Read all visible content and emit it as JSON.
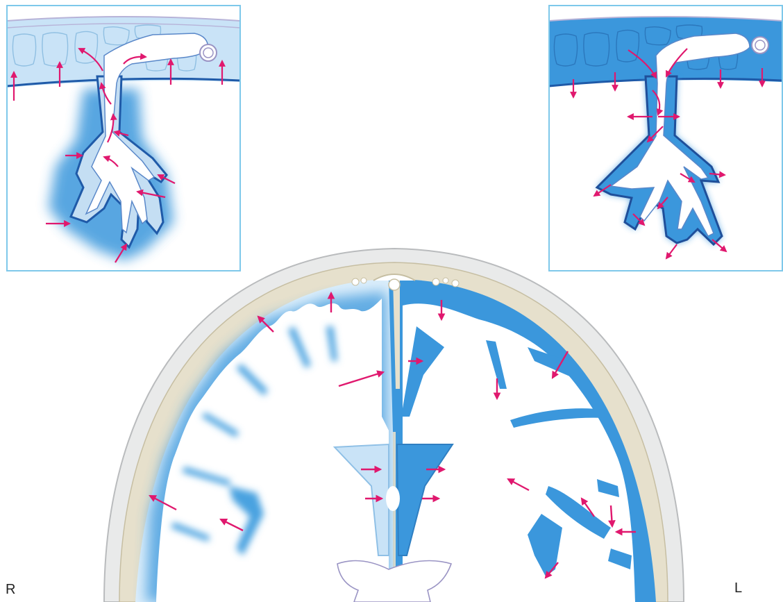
{
  "labels": {
    "right": "R",
    "left": "L"
  },
  "colors": {
    "csf": "#3b97dc",
    "csf_light": "#c9e3f7",
    "csf_mid": "#6fb1e8",
    "arrow": "#e0186e",
    "bone": "#e9eaea",
    "dura": "#e6e0cc",
    "frame": "#7ec8ea",
    "outline": "#1f5aa8"
  },
  "panels": [
    {
      "name": "left-inset",
      "arrow_direction": "inward"
    },
    {
      "name": "right-inset",
      "arrow_direction": "outward"
    }
  ]
}
